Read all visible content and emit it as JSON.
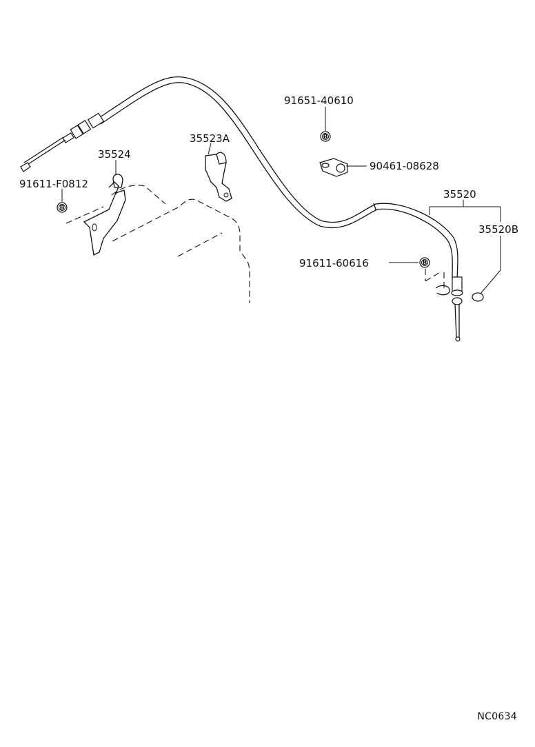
{
  "diagram": {
    "code": "NC0634",
    "parts": {
      "p91651": "91651-40610",
      "p90461": "90461-08628",
      "p35520": "35520",
      "p35520B": "35520B",
      "p35523A": "35523A",
      "p35524": "35524",
      "p91611F": "91611-F0812",
      "p91611_6": "91611-60616"
    },
    "badge_letter": "B"
  }
}
